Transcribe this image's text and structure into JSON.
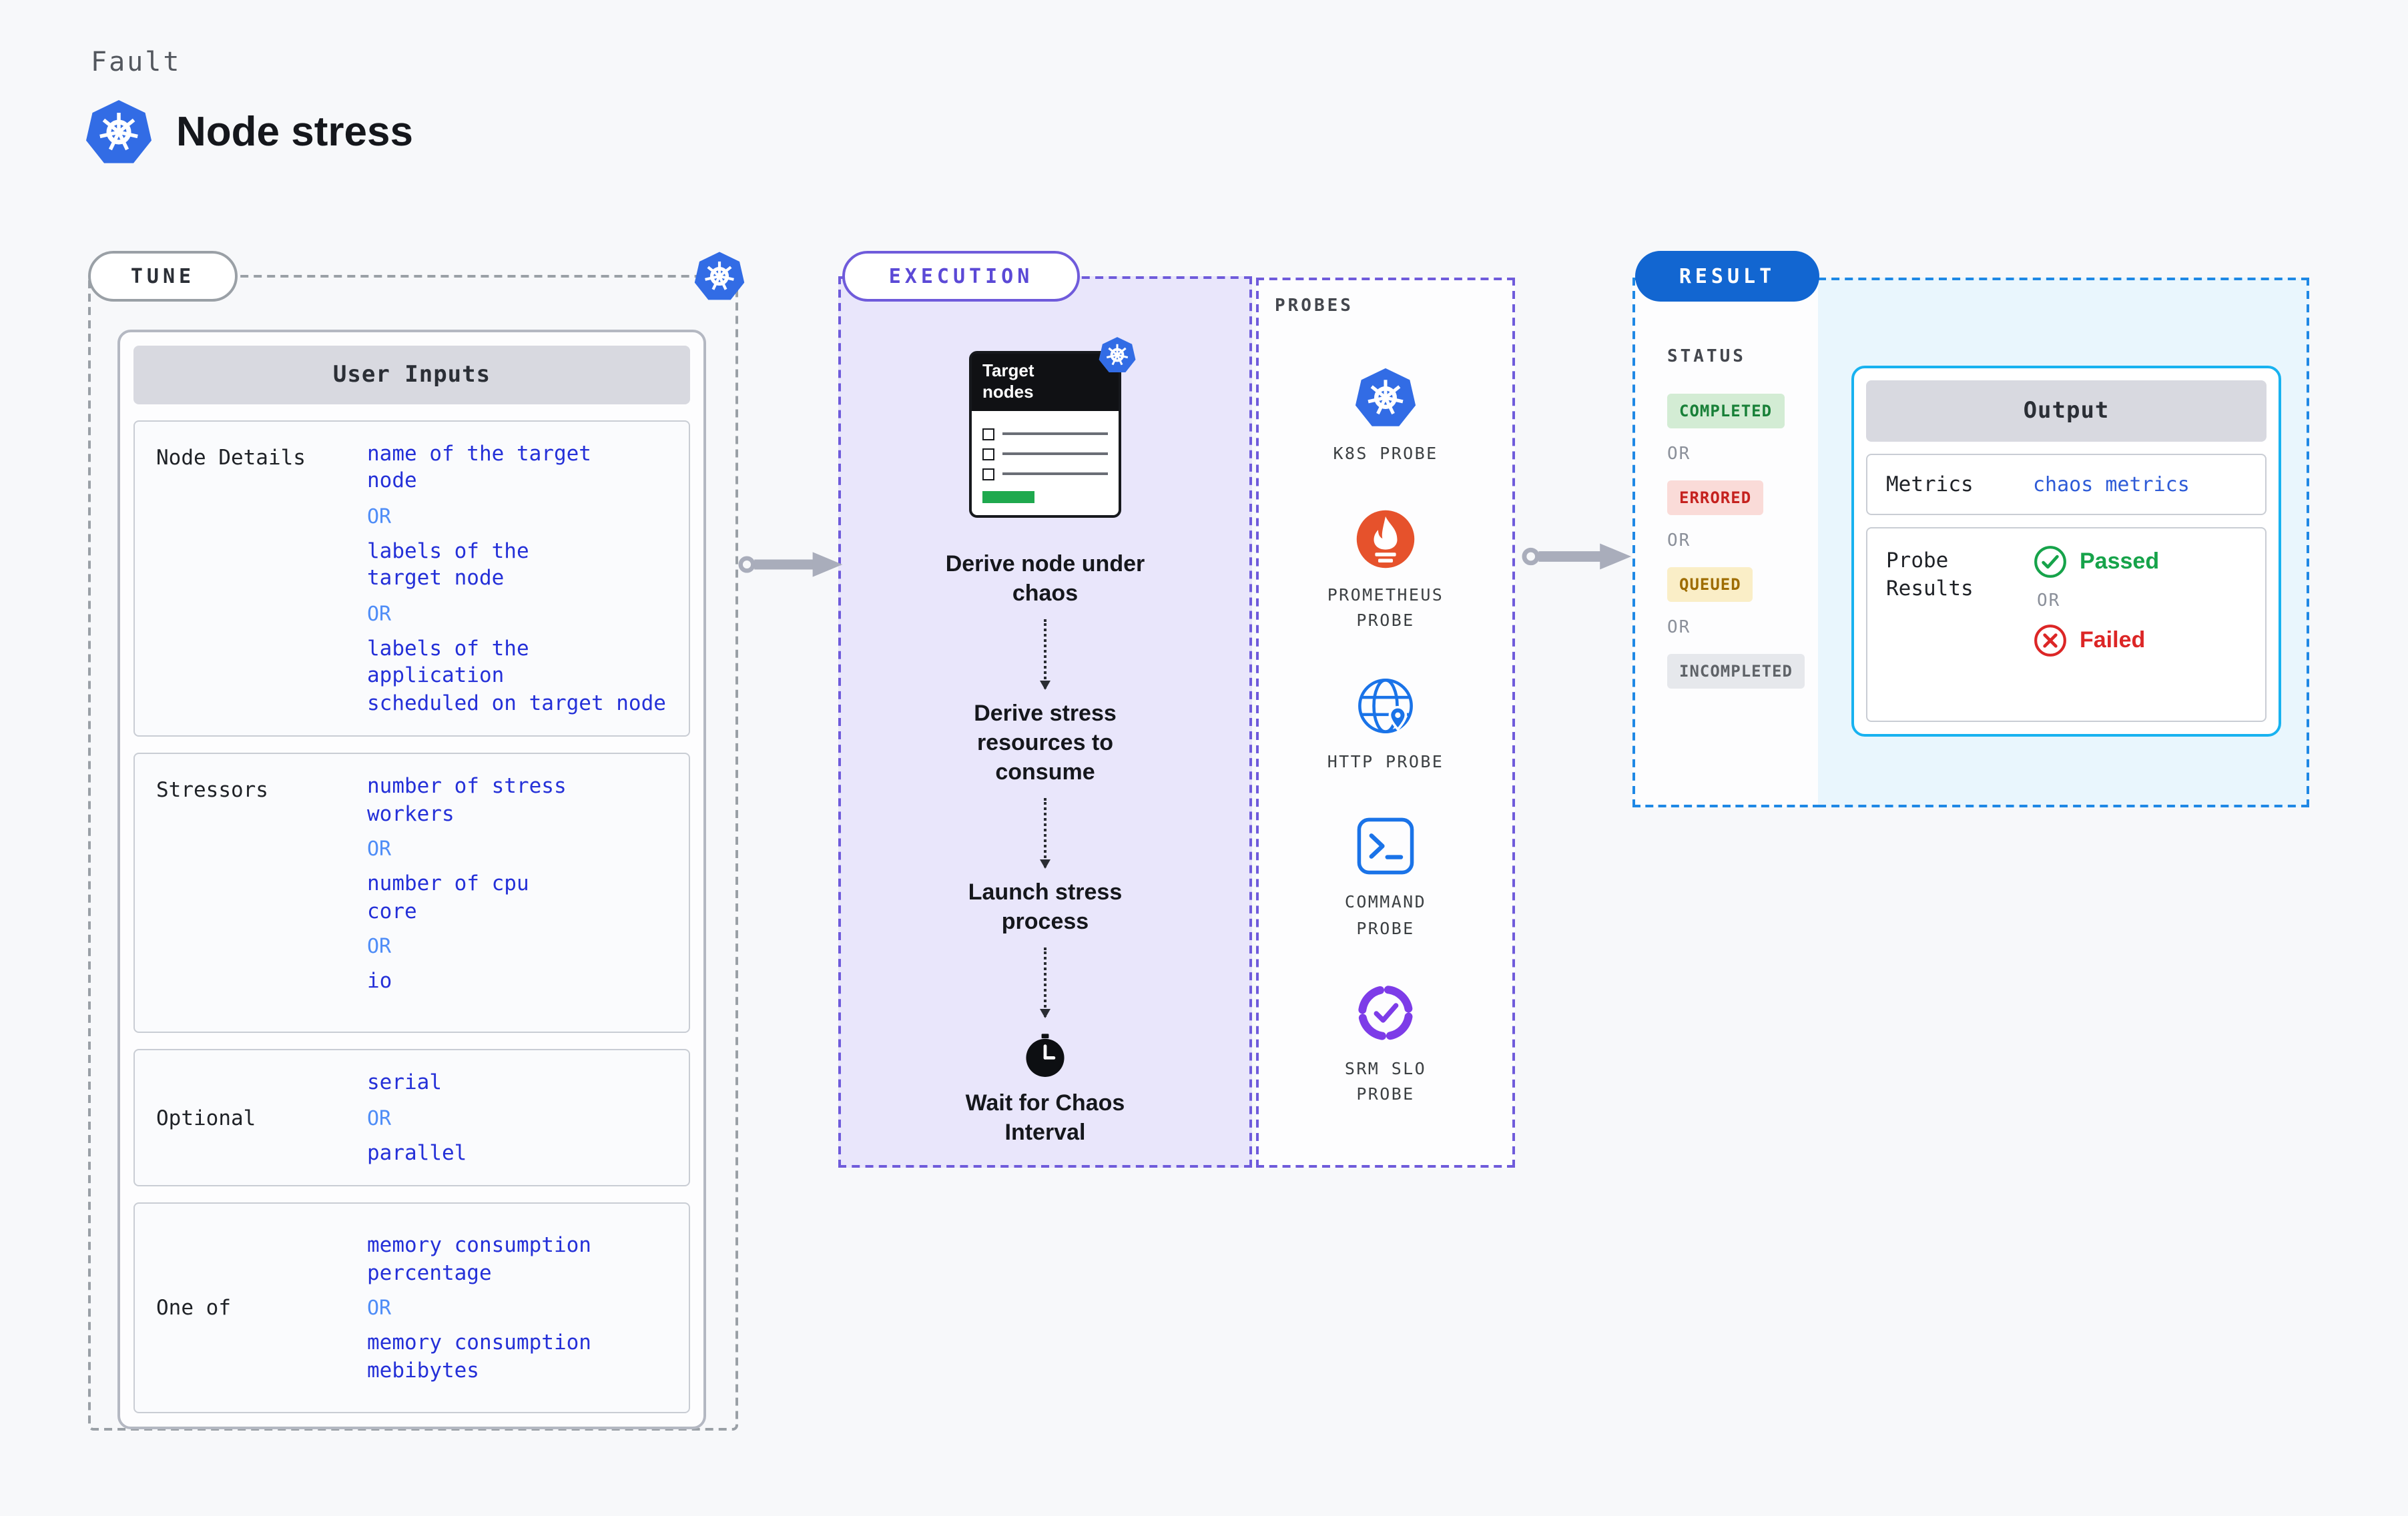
{
  "colors": {
    "page_bg": "#f7f8fa",
    "code_blue": "#2430d8",
    "or_blue": "#4f8df7",
    "link_blue": "#2e5bd7",
    "tune_border": "#9aa0a6",
    "header_bg": "#d8d9e0",
    "purple": "#5b49d6",
    "execution_bg": "#e9e6fb",
    "result_blue": "#1266d1",
    "result_border": "#1e88e5",
    "result_bg": "#e9f6fd",
    "output_border": "#18b2f0",
    "arrow_grey": "#a9adbb",
    "k8s_blue": "#326ce5",
    "prometheus_orange": "#e6522c",
    "http_blue": "#1a73e8",
    "command_blue": "#1a73e8",
    "srm_purple": "#7d3ce8",
    "success_text": "#188038",
    "success_bg": "#d3ecd4",
    "error_text": "#c5221f",
    "error_bg": "#fadbd8",
    "warning_text": "#9e6c00",
    "warning_bg": "#faeec7",
    "neutral_text": "#5f6368",
    "neutral_bg": "#e6e8ec",
    "passed_green": "#16a34a",
    "failed_red": "#dc2626"
  },
  "page": {
    "eyebrow": "Fault",
    "title": "Node stress"
  },
  "tune": {
    "label": "TUNE",
    "user_inputs_title": "User Inputs",
    "or_label": "OR",
    "rows": [
      {
        "label": "Node Details",
        "values": [
          "name of the target\nnode",
          "labels of the\ntarget node",
          "labels of the application\nscheduled on target node"
        ]
      },
      {
        "label": "Stressors",
        "values": [
          "number of stress\nworkers",
          "number of cpu\ncore",
          "io"
        ]
      },
      {
        "label": "Optional",
        "values": [
          "serial",
          "parallel"
        ]
      },
      {
        "label": "One of",
        "values": [
          "memory consumption\npercentage",
          "memory consumption\nmebibytes"
        ]
      }
    ]
  },
  "execution": {
    "label": "EXECUTION",
    "target_card_title": "Target\nnodes",
    "steps": [
      "Derive node under\nchaos",
      "Derive stress\nresources to\nconsume",
      "Launch stress\nprocess",
      "Wait for Chaos\nInterval"
    ]
  },
  "probes": {
    "label": "PROBES",
    "items": [
      {
        "name": "K8S PROBE",
        "icon": "kubernetes-icon"
      },
      {
        "name": "PROMETHEUS\nPROBE",
        "icon": "prometheus-icon"
      },
      {
        "name": "HTTP PROBE",
        "icon": "globe-icon"
      },
      {
        "name": "COMMAND\nPROBE",
        "icon": "terminal-icon"
      },
      {
        "name": "SRM SLO\nPROBE",
        "icon": "slo-gauge-icon"
      }
    ]
  },
  "result": {
    "label": "RESULT",
    "status_title": "STATUS",
    "or_label": "OR",
    "statuses": [
      {
        "label": "COMPLETED",
        "kind": "success"
      },
      {
        "label": "ERRORED",
        "kind": "error"
      },
      {
        "label": "QUEUED",
        "kind": "warning"
      },
      {
        "label": "INCOMPLETED",
        "kind": "neutral"
      }
    ],
    "output": {
      "title": "Output",
      "metrics_label": "Metrics",
      "metrics_value": "chaos metrics",
      "probe_results_label": "Probe\nResults",
      "passed_label": "Passed",
      "failed_label": "Failed"
    }
  }
}
